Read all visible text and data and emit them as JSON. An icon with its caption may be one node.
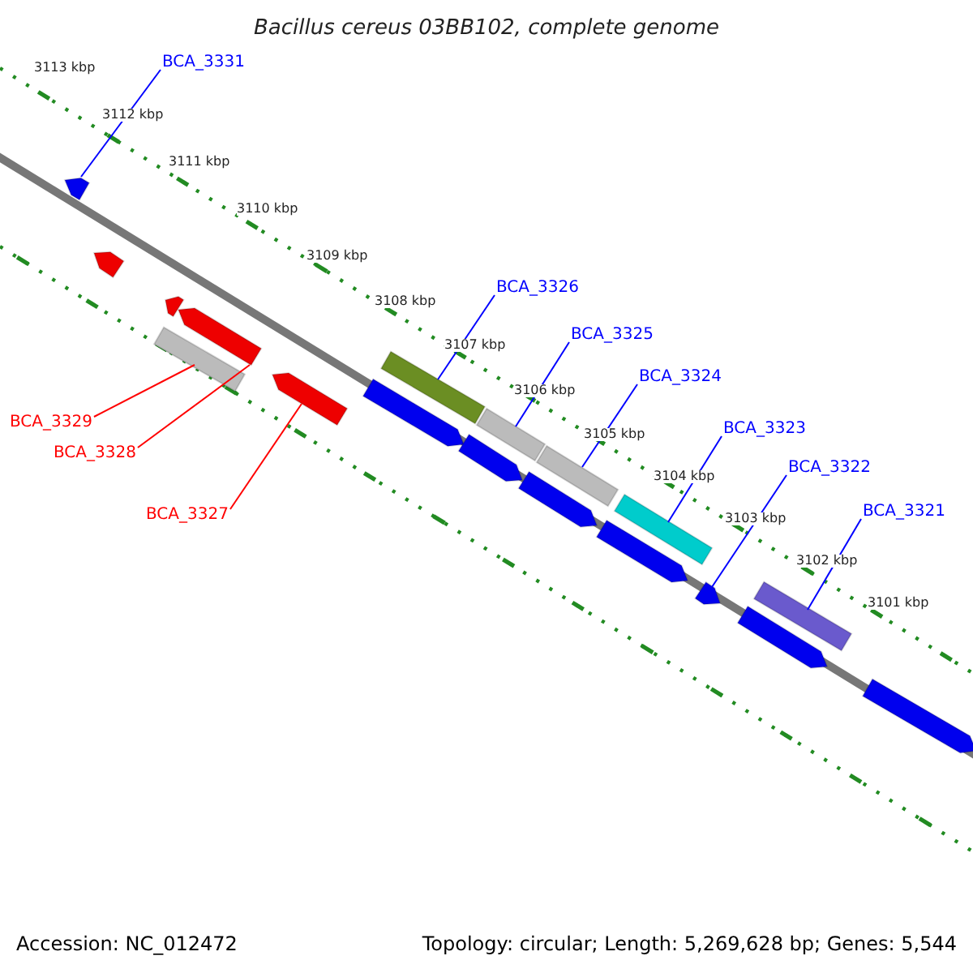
{
  "diagram": {
    "title": "Bacillus cereus 03BB102, complete genome",
    "nodes": [
      {
        "text": [
          "BCA_3331"
        ]
      },
      {
        "text": [],
        "shape": "arrow"
      },
      {
        "text": [
          "BCA_3326"
        ]
      },
      {
        "text": [],
        "shape": "bar"
      },
      {
        "text": [
          "BCA_3325"
        ]
      },
      {
        "text": [],
        "shape": "bar"
      },
      {
        "text": [
          "BCA_3324"
        ]
      },
      {
        "text": [],
        "shape": "bar"
      },
      {
        "text": [
          "BCA_3323"
        ]
      },
      {
        "text": [],
        "shape": "bar"
      },
      {
        "text": [
          "BCA_3322"
        ]
      },
      {
        "text": [],
        "shape": "arrow"
      },
      {
        "text": [
          "BCA_3321"
        ]
      },
      {
        "text": [],
        "shape": "bar"
      },
      {
        "text": [
          "BCA_3329"
        ]
      },
      {
        "text": [],
        "shape": "bar"
      },
      {
        "text": [
          "BCA_3328"
        ]
      },
      {
        "text": [],
        "shape": "arrow"
      },
      {
        "text": [
          "BCA_3327"
        ]
      },
      {
        "text": [],
        "shape": "arrow"
      },
      {
        "text": [],
        "shape": "arrow"
      },
      {
        "text": [],
        "shape": "arrow"
      },
      {
        "text": [],
        "shape": "arrow"
      },
      {
        "text": [],
        "shape": "arrow"
      },
      {
        "text": [],
        "shape": "arrow"
      },
      {
        "text": [],
        "shape": "arrow"
      },
      {
        "text": [],
        "shape": "arrow"
      },
      {
        "text": [],
        "shape": "arrow"
      }
    ],
    "edges": [
      {
        "from": 0,
        "to": 1,
        "arrow": "none"
      },
      {
        "from": 2,
        "to": 3,
        "arrow": "none"
      },
      {
        "from": 4,
        "to": 5,
        "arrow": "none"
      },
      {
        "from": 6,
        "to": 7,
        "arrow": "none"
      },
      {
        "from": 8,
        "to": 9,
        "arrow": "none"
      },
      {
        "from": 10,
        "to": 11,
        "arrow": "none"
      },
      {
        "from": 12,
        "to": 13,
        "arrow": "none"
      },
      {
        "from": 14,
        "to": 15,
        "arrow": "none",
        "color": "#ff0000"
      },
      {
        "from": 16,
        "to": 17,
        "arrow": "none",
        "color": "#ff0000"
      },
      {
        "from": 18,
        "to": 19,
        "arrow": "none",
        "color": "#ff0000"
      }
    ],
    "labels": [
      "3113 kbp",
      "3112 kbp",
      "3111 kbp",
      "3110 kbp",
      "3109 kbp",
      "3108 kbp",
      "3107 kbp",
      "3106 kbp",
      "3105 kbp",
      "3104 kbp",
      "3103 kbp",
      "3102 kbp",
      "3101 kbp",
      "Accession: NC_012472",
      "Topology: circular; Length: 5,269,628 bp; Genes: 5,544"
    ]
  }
}
